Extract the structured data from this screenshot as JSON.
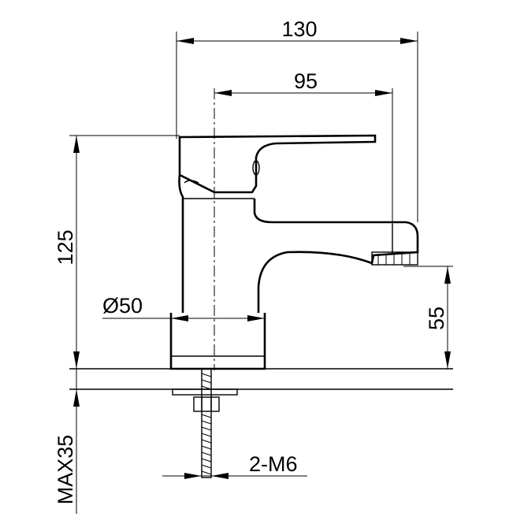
{
  "dimensions": {
    "overall_length": "130",
    "spout_reach": "95",
    "height": "125",
    "base_diameter": "Ø50",
    "spout_height": "55",
    "max_deck_thickness": "MAX35",
    "stud_thread": "2-M6"
  }
}
